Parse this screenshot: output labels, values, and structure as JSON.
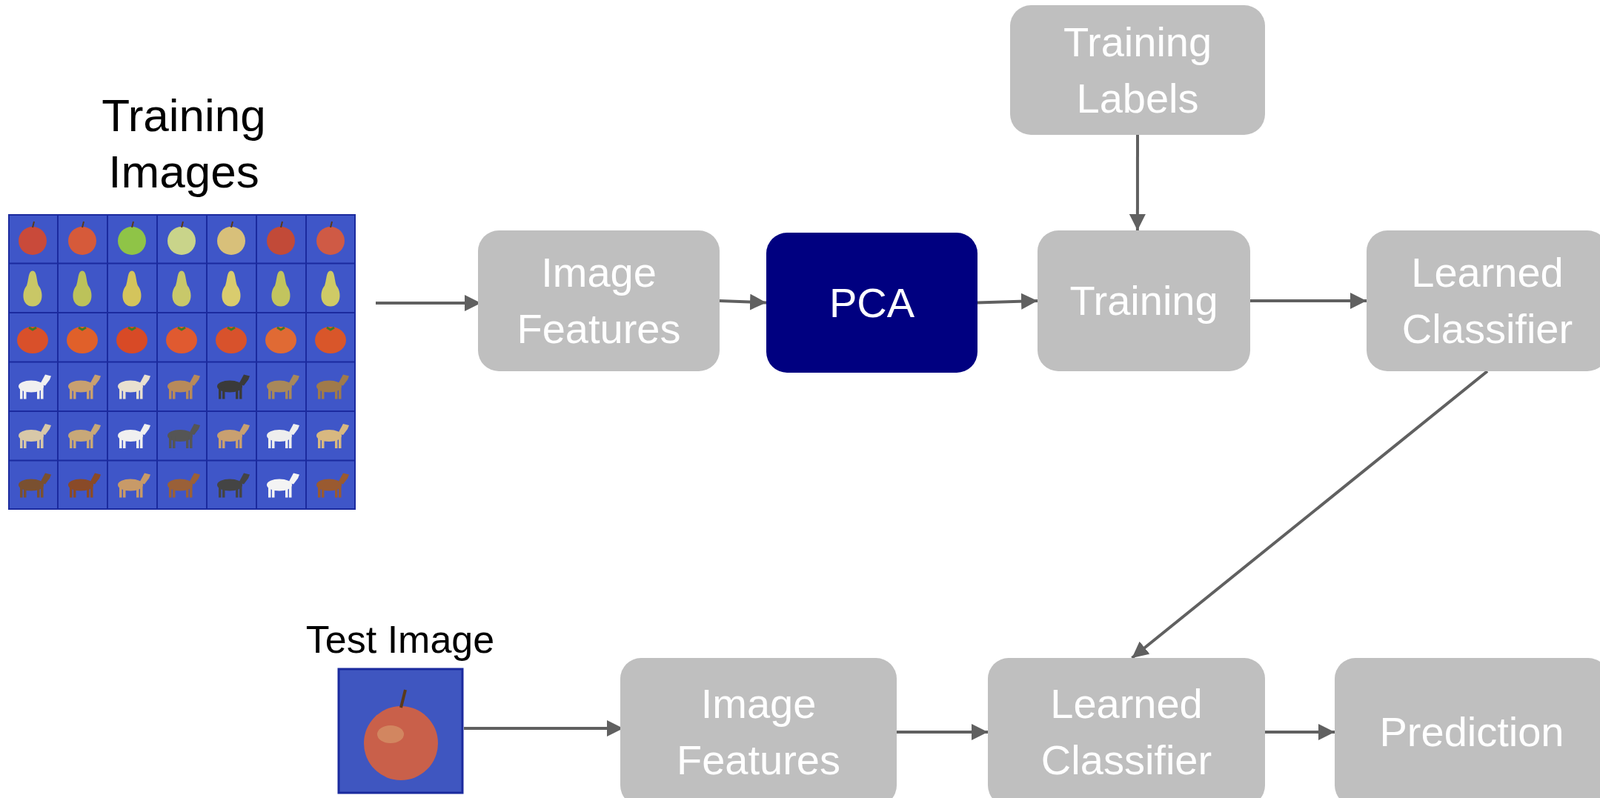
{
  "diagram": {
    "nodes": [
      {
        "text": [
          "Training Labels"
        ]
      },
      {
        "text": [
          "Image Features"
        ]
      },
      {
        "text": [
          "PCA"
        ]
      },
      {
        "text": [
          "Training"
        ]
      },
      {
        "text": [
          "Learned Classifier"
        ]
      },
      {
        "text": [
          "Image Features"
        ]
      },
      {
        "text": [
          "Learned Classifier"
        ]
      },
      {
        "text": [
          "Prediction"
        ]
      }
    ],
    "edges": [
      {
        "from": 0,
        "to": 3,
        "arrow": "to"
      },
      {
        "from": 1,
        "to": 2,
        "arrow": "to"
      },
      {
        "from": 2,
        "to": 3,
        "arrow": "to"
      },
      {
        "from": 3,
        "to": 4,
        "arrow": "to"
      },
      {
        "from": 4,
        "to": 6,
        "arrow": "to"
      },
      {
        "from": 5,
        "to": 6,
        "arrow": "to"
      },
      {
        "from": 6,
        "to": 7,
        "arrow": "to"
      }
    ],
    "labels": [
      "Training Images",
      "Test Image"
    ]
  }
}
